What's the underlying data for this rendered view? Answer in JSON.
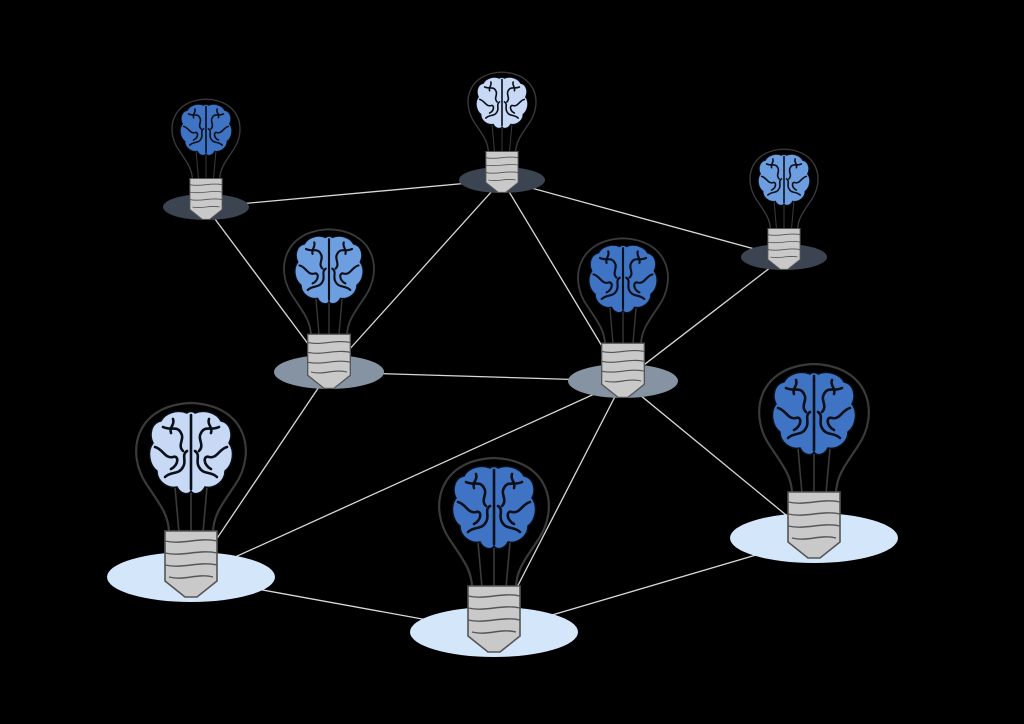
{
  "colors": {
    "background": "#000000",
    "edge": "#d9d9d9",
    "bulb_outline": "#3a3a3a",
    "base_fill": "#c9c9c9",
    "base_stroke": "#555555",
    "brain_fold": "#0b0f1a",
    "brain_palette": {
      "light": "#c7d9f5",
      "mid": "#6d9fe0",
      "deep": "#3f74c4"
    },
    "platform_palette": {
      "dark": "#3b4450",
      "mid": "#8593a3",
      "pale": "#d4e6fa"
    }
  },
  "icons": {
    "node": "lightbulb-with-brain-icon",
    "platform": "ellipse-platform"
  },
  "nodes": [
    {
      "id": "n1",
      "brain": "deep",
      "platform": "dark"
    },
    {
      "id": "n2",
      "brain": "light",
      "platform": "dark"
    },
    {
      "id": "n3",
      "brain": "mid",
      "platform": "dark"
    },
    {
      "id": "n4",
      "brain": "mid",
      "platform": "mid"
    },
    {
      "id": "n5",
      "brain": "deep",
      "platform": "mid"
    },
    {
      "id": "n6",
      "brain": "light",
      "platform": "pale"
    },
    {
      "id": "n7",
      "brain": "deep",
      "platform": "pale"
    },
    {
      "id": "n8",
      "brain": "deep",
      "platform": "pale"
    }
  ],
  "edges": [
    [
      "n1",
      "n2"
    ],
    [
      "n1",
      "n4"
    ],
    [
      "n2",
      "n3"
    ],
    [
      "n2",
      "n4"
    ],
    [
      "n2",
      "n5"
    ],
    [
      "n3",
      "n5"
    ],
    [
      "n4",
      "n5"
    ],
    [
      "n4",
      "n6"
    ],
    [
      "n5",
      "n6"
    ],
    [
      "n5",
      "n7"
    ],
    [
      "n5",
      "n8"
    ],
    [
      "n6",
      "n7"
    ],
    [
      "n7",
      "n8"
    ]
  ]
}
